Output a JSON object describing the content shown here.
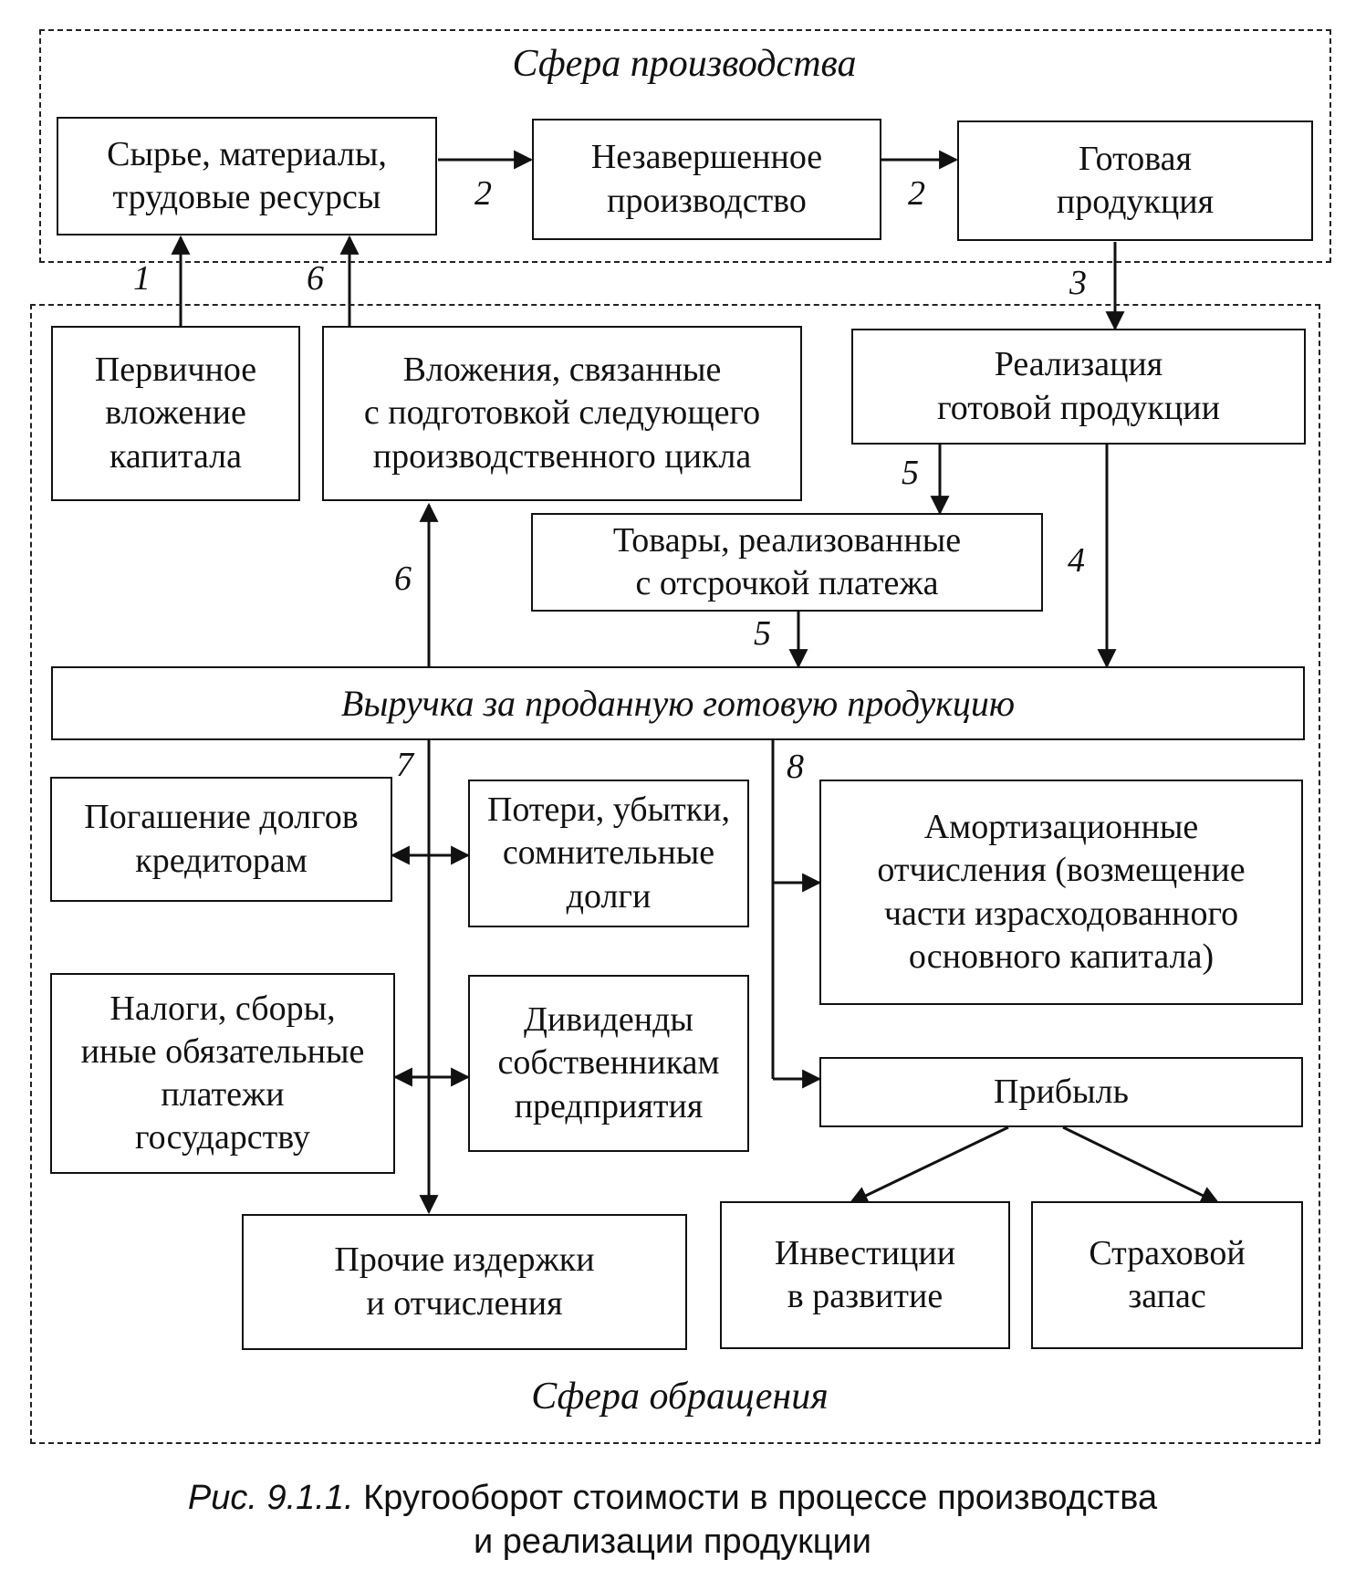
{
  "zones": {
    "production": "Сфера производства",
    "circulation": "Сфера обращения"
  },
  "boxes": {
    "raw_materials": "Сырье, материалы,\nтрудовые ресурсы",
    "wip": "Незавершенное\nпроизводство",
    "finished_goods": "Готовая\nпродукция",
    "primary_investment": "Первичное\nвложение\nкапитала",
    "next_cycle_investment": "Вложения, связанные\nс подготовкой следующего\nпроизводственного цикла",
    "sales": "Реализация\nготовой продукции",
    "deferred_goods": "Товары, реализованные\nс отсрочкой платежа",
    "revenue": "Выручка за проданную готовую продукцию",
    "creditors": "Погашение долгов\nкредиторам",
    "losses": "Потери, убытки,\nсомнительные\nдолги",
    "depreciation": "Амортизационные\nотчисления (возмещение\nчасти израсходованного\nосновного капитала)",
    "taxes": "Налоги, сборы,\nиные обязательные\nплатежи\nгосударству",
    "dividends": "Дивиденды\nсобственникам\nпредприятия",
    "profit": "Прибыль",
    "other_costs": "Прочие издержки\nи отчисления",
    "development": "Инвестиции\nв развитие",
    "reserve": "Страховой\nзапас"
  },
  "flow_numbers": {
    "n1": "1",
    "n2a": "2",
    "n2b": "2",
    "n3": "3",
    "n4": "4",
    "n5a": "5",
    "n5b": "5",
    "n6a": "6",
    "n6b": "6",
    "n7": "7",
    "n8": "8"
  },
  "caption": {
    "prefix": "Рис. 9.1.1.",
    "line1": "Кругооборот стоимости в процессе производства",
    "line2": "и реализации продукции"
  }
}
